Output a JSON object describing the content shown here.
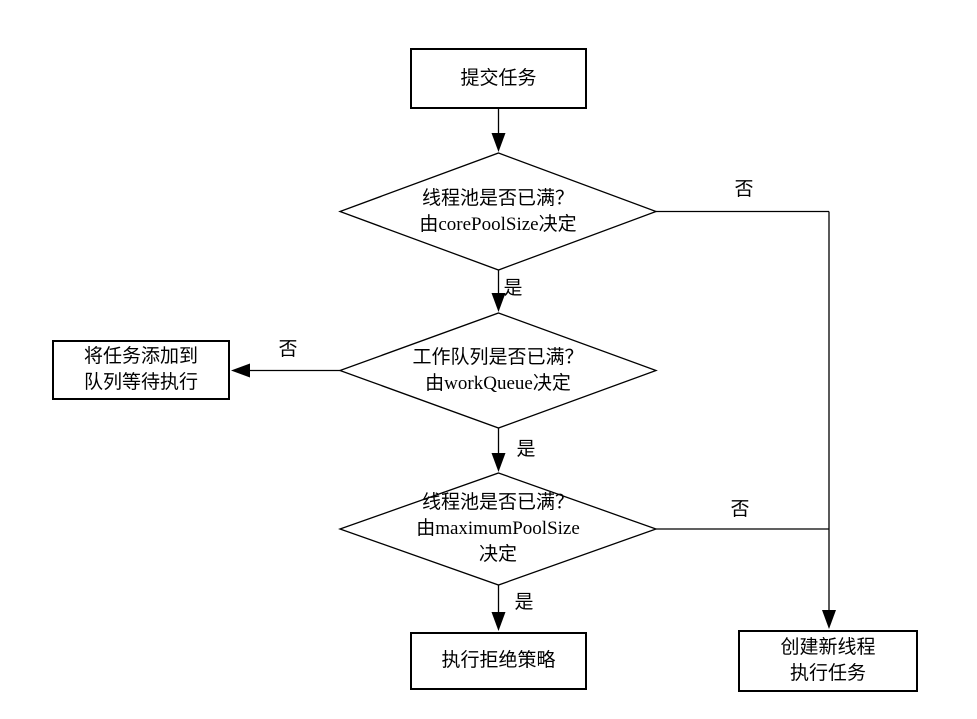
{
  "colors": {
    "line": "#000000",
    "background": "#ffffff"
  },
  "nodes": {
    "submit_task": "提交任务",
    "core_pool_check": "线程池是否已满？\n由corePoolSize决定",
    "work_queue_check": "工作队列是否已满？\n由workQueue决定",
    "add_to_queue": "将任务添加到\n队列等待执行",
    "max_pool_check": "线程池是否已满？\n由maximumPoolSize\n决定",
    "reject_policy": "执行拒绝策略",
    "create_thread": "创建新线程\n执行任务"
  },
  "edge_labels": {
    "core_pool_yes": "是",
    "core_pool_no": "否",
    "work_queue_yes": "是",
    "work_queue_no": "否",
    "max_pool_yes": "是",
    "max_pool_no": "否"
  }
}
